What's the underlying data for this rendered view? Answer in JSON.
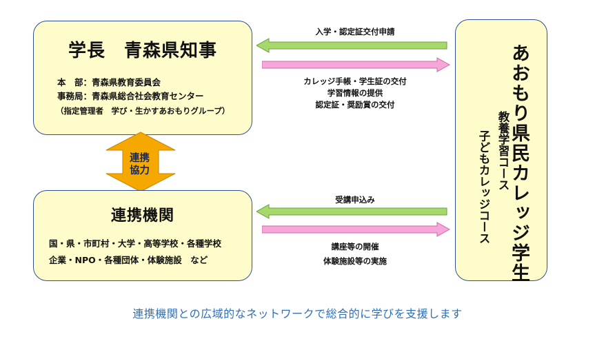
{
  "top_box": {
    "title": "学長　青森県知事",
    "line1": "本　部：青森県教育委員会",
    "line2": "事務局：青森県総合社会教育センター",
    "note": "（指定管理者　学び・生かすあおもりグループ）"
  },
  "cooperation": {
    "line1": "連携",
    "line2": "協力"
  },
  "bottom_box": {
    "title": "連携機関",
    "line1": "国・県・市町村・大学・高等学校・各種学校",
    "line2": "企業・NPO・各種団体・体験施設　など"
  },
  "right_box": {
    "title": "あおもり県民カレッジ学生",
    "course1": "教養学習コース",
    "course2": "子どもカレッジコース"
  },
  "arrows": {
    "top_left_label": "入学・認定証交付申請",
    "top_right_label1": "カレッジ手帳・学生証の交付",
    "top_right_label2": "学習情報の提供",
    "top_right_label3": "認定証・奨励賞の交付",
    "bottom_left_label": "受講申込み",
    "bottom_right_label1": "講座等の開催",
    "bottom_right_label2": "体験施設等の実施"
  },
  "caption": "連携機関との広域的なネットワークで総合的に学びを支援します",
  "colors": {
    "box_fill": "#fffccc",
    "box_border": "#2f4f8f",
    "arrow_left_fill": "#a6d86b",
    "arrow_right_fill": "#f7a6d9",
    "coop_arrow_fill": "#f5a800",
    "caption_color": "#2f6fb6"
  }
}
